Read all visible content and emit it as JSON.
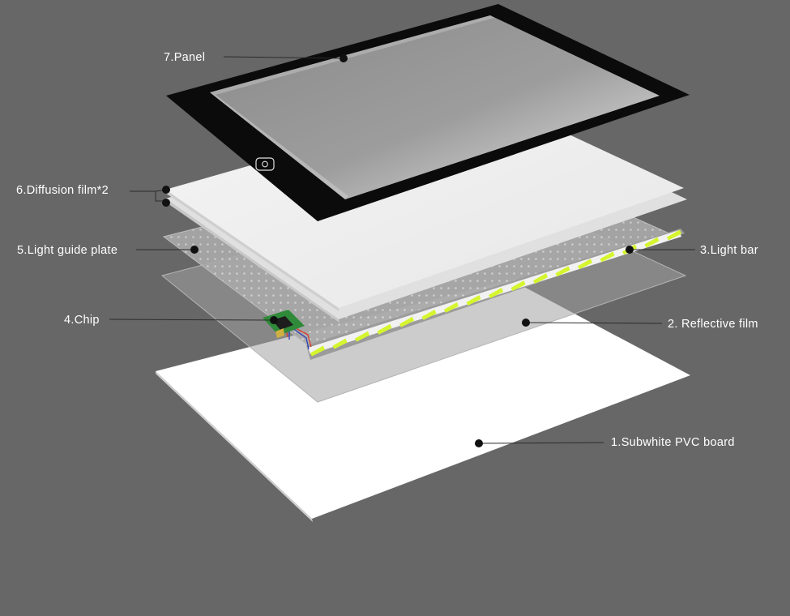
{
  "diagram": {
    "labels": {
      "panel": "7.Panel",
      "diffusion_film": "6.Diffusion film*2",
      "light_guide_plate": "5.Light guide plate",
      "chip": "4.Chip",
      "light_bar": "3.Light bar",
      "reflective_film": "2. Reflective film",
      "pvc_board": "1.Subwhite PVC board"
    },
    "colors": {
      "background": "#676767",
      "panel_frame": "#0b0b0b",
      "panel_glass": "#8e8e8e",
      "pvc_board": "#ffffff",
      "led": "#d6f52e"
    },
    "icons": [
      "power-button-icon"
    ]
  }
}
